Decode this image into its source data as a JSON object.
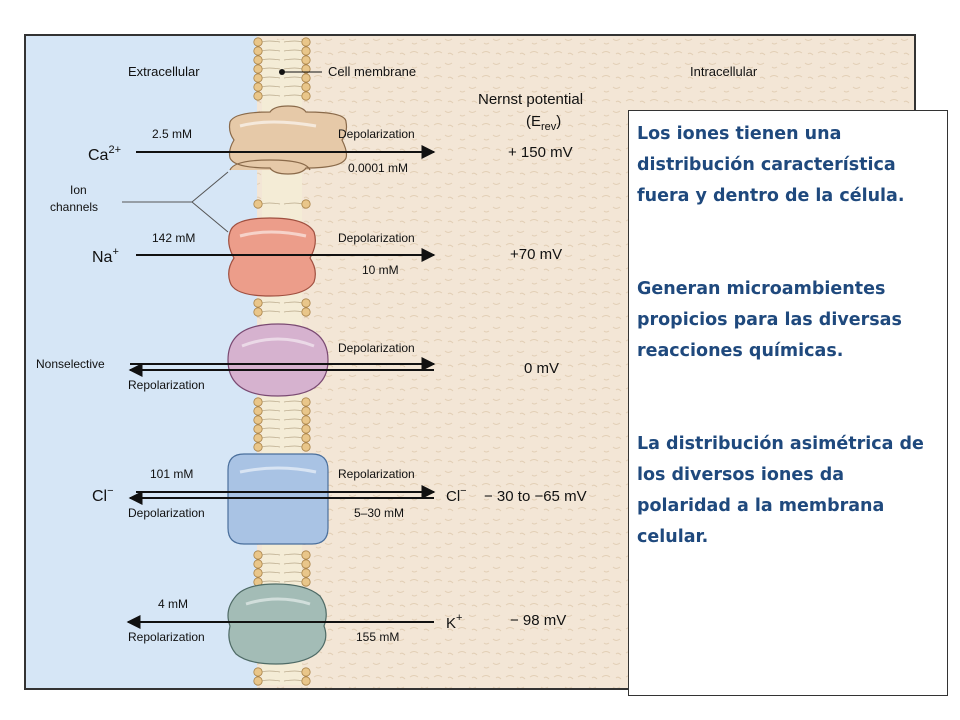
{
  "diagram": {
    "header": {
      "extracellular": "Extracellular",
      "cell_membrane": "Cell membrane",
      "intracellular": "Intracellular"
    },
    "nernst": {
      "title": "Nernst potential",
      "symbol_open": "(E",
      "symbol_sub": "rev",
      "symbol_close": ")"
    },
    "ion_channels_label": [
      "Ion",
      "channels"
    ],
    "rows": [
      {
        "ion": "Ca",
        "charge": "2+",
        "outside_conc": "2.5 mM",
        "inside_conc": "0.0001 mM",
        "direction_label_top": "Depolarization",
        "potential": "+ 150 mV",
        "channel_color": "#e6c9a8"
      },
      {
        "ion": "Na",
        "charge": "+",
        "outside_conc": "142 mM",
        "inside_conc": "10 mM",
        "direction_label_top": "Depolarization",
        "potential": "+70 mV",
        "channel_color": "#ec9d8a"
      },
      {
        "ion": "Nonselective",
        "direction_label_top": "Depolarization",
        "direction_label_bottom": "Repolarization",
        "potential": "0 mV",
        "channel_color": "#d6b2cf"
      },
      {
        "ion": "Cl",
        "charge": "−",
        "inside_ion": "Cl",
        "inside_charge": "−",
        "outside_conc": "101 mM",
        "inside_conc": "5–30 mM",
        "direction_label_top": "Repolarization",
        "direction_label_bottom": "Depolarization",
        "potential": "− 30 to −65 mV",
        "channel_color": "#a9c3e4"
      },
      {
        "inside_ion": "K",
        "inside_charge": "+",
        "outside_conc": "4 mM",
        "inside_conc": "155 mM",
        "direction_label_bottom": "Repolarization",
        "potential": "− 98 mV",
        "channel_color": "#a3bcb6"
      }
    ]
  },
  "textbox": {
    "paragraph_1": "Los iones tienen una distribución característica fuera y dentro de la célula.",
    "paragraph_2": "Generan microambientes propicios para las diversas reacciones químicas.",
    "paragraph_3": "La distribución asimétrica de los diversos iones da polaridad a la membrana celular."
  },
  "colors": {
    "extracellular_bg": "#d6e6f6",
    "intracellular_bg": "#f3e6d6",
    "lipid_head": "#e9c68a",
    "text_blue": "#1f497d"
  }
}
